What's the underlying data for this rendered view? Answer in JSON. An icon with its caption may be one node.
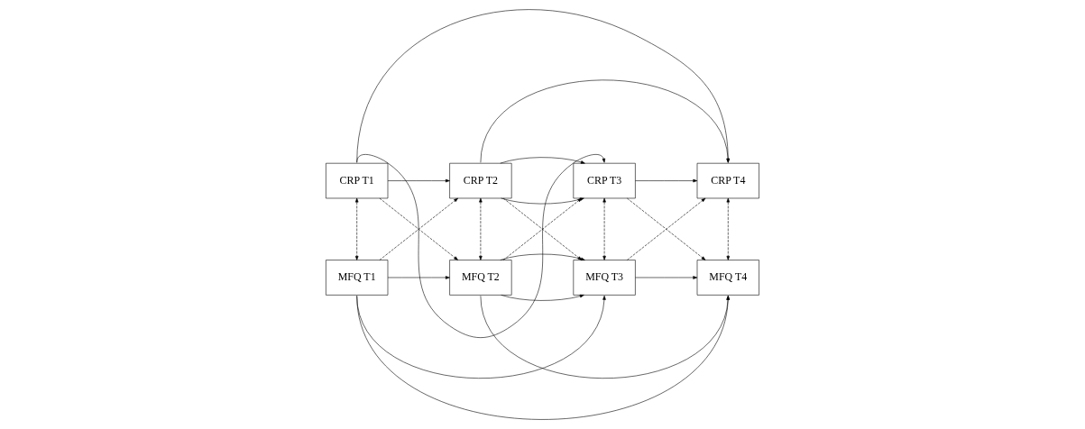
{
  "diagram": {
    "nodes": [
      {
        "text": [
          "CRP T1"
        ]
      },
      {
        "text": [
          "CRP T2"
        ]
      },
      {
        "text": [
          "CRP T3"
        ]
      },
      {
        "text": [
          "CRP T4"
        ]
      },
      {
        "text": [
          "MFQ T1"
        ]
      },
      {
        "text": [
          "MFQ T2"
        ]
      },
      {
        "text": [
          "MFQ T3"
        ]
      },
      {
        "text": [
          "MFQ T4"
        ]
      }
    ],
    "edges": [
      {
        "from": 0,
        "to": 1,
        "arrow": "to"
      },
      {
        "from": 1,
        "to": 2,
        "arrow": "to"
      },
      {
        "from": 2,
        "to": 3,
        "arrow": "to"
      },
      {
        "from": 4,
        "to": 5,
        "arrow": "to"
      },
      {
        "from": 5,
        "to": 6,
        "arrow": "to"
      },
      {
        "from": 6,
        "to": 7,
        "arrow": "to"
      },
      {
        "from": 0,
        "to": 2,
        "arrow": "to"
      },
      {
        "from": 0,
        "to": 3,
        "arrow": "to"
      },
      {
        "from": 1,
        "to": 2,
        "arrow": "to"
      },
      {
        "from": 1,
        "to": 3,
        "arrow": "to"
      },
      {
        "from": 4,
        "to": 6,
        "arrow": "to"
      },
      {
        "from": 4,
        "to": 7,
        "arrow": "to"
      },
      {
        "from": 5,
        "to": 6,
        "arrow": "to"
      },
      {
        "from": 5,
        "to": 7,
        "arrow": "to"
      },
      {
        "from": 0,
        "to": 4,
        "arrow": "both",
        "style": "dashed"
      },
      {
        "from": 1,
        "to": 5,
        "arrow": "both",
        "style": "dashed"
      },
      {
        "from": 2,
        "to": 6,
        "arrow": "both",
        "style": "dashed"
      },
      {
        "from": 3,
        "to": 7,
        "arrow": "both",
        "style": "dashed"
      },
      {
        "from": 0,
        "to": 5,
        "arrow": "to",
        "style": "dashed"
      },
      {
        "from": 4,
        "to": 1,
        "arrow": "to",
        "style": "dashed"
      },
      {
        "from": 1,
        "to": 6,
        "arrow": "to",
        "style": "dashed"
      },
      {
        "from": 5,
        "to": 2,
        "arrow": "to",
        "style": "dashed"
      },
      {
        "from": 2,
        "to": 7,
        "arrow": "to",
        "style": "dashed"
      },
      {
        "from": 6,
        "to": 3,
        "arrow": "to",
        "style": "dashed"
      }
    ]
  }
}
